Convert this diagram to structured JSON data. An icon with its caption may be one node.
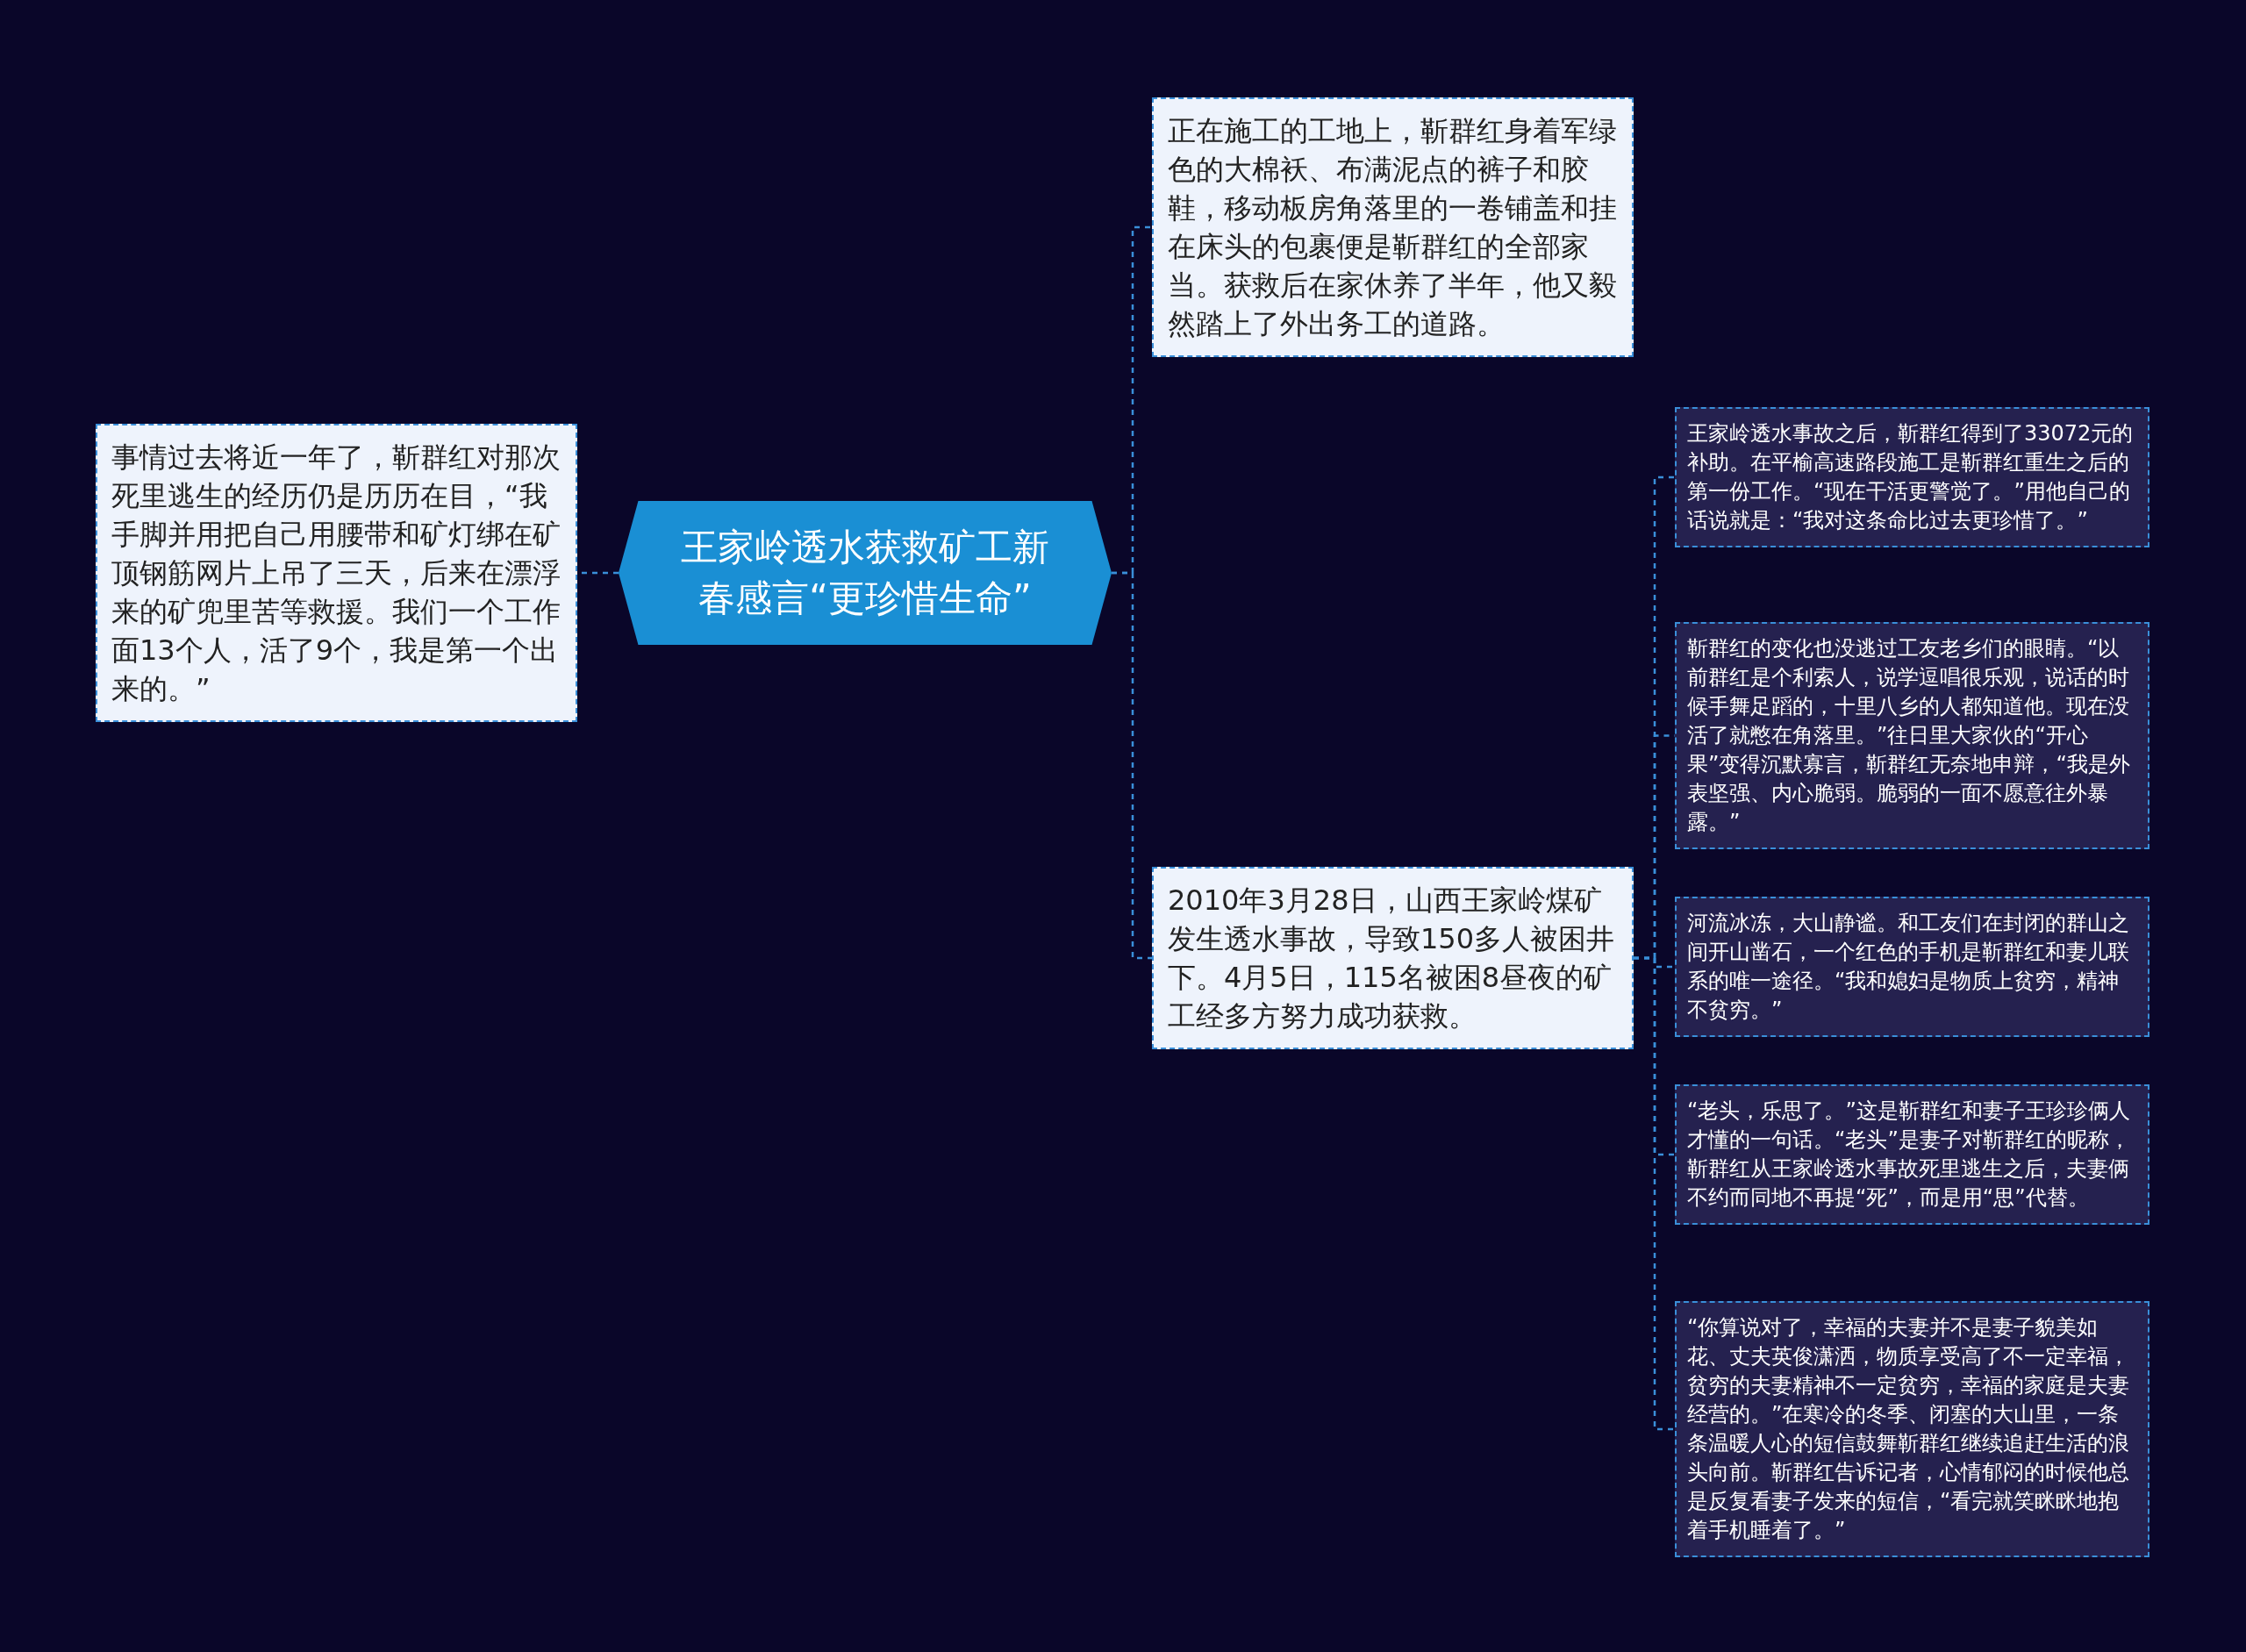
{
  "diagram": {
    "nodes": [
      {
        "text": [
          "王家岭透水获救矿工新春感言“更珍惜生命”"
        ]
      },
      {
        "text": [
          "事情过去将近一年了，靳群红对那次死里逃生的经历仍是历历在目，“我手脚并用把自己用腰带和矿灯绑在矿顶钢筋网片上吊了三天，后来在漂浮来的矿兜里苦等救援。我们一个工作面13个人，活了9个，我是第一个出来的。”"
        ]
      },
      {
        "text": [
          "正在施工的工地上，靳群红身着军绿色的大棉袄、布满泥点的裤子和胶鞋，移动板房角落里的一卷铺盖和挂在床头的包裹便是靳群红的全部家当。获救后在家休养了半年，他又毅然踏上了外出务工的道路。"
        ]
      },
      {
        "text": [
          "2010年3月28日，山西王家岭煤矿发生透水事故，导致150多人被困井下。4月5日，115名被困8昼夜的矿工经多方努力成功获救。"
        ]
      },
      {
        "text": [
          "王家岭透水事故之后，靳群红得到了33072元的补助。在平榆高速路段施工是靳群红重生之后的第一份工作。“现在干活更警觉了。”用他自己的话说就是：“我对这条命比过去更珍惜了。”"
        ]
      },
      {
        "text": [
          "靳群红的变化也没逃过工友老乡们的眼睛。“以前群红是个利索人，说学逗唱很乐观，说话的时候手舞足蹈的，十里八乡的人都知道他。现在没活了就憋在角落里。”往日里大家伙的“开心果”变得沉默寡言，靳群红无奈地申辩，“我是外表坚强、内心脆弱。脆弱的一面不愿意往外暴露。”"
        ]
      },
      {
        "text": [
          "河流冰冻，大山静谧。和工友们在封闭的群山之间开山凿石，一个红色的手机是靳群红和妻儿联系的唯一途径。“我和媳妇是物质上贫穷，精神不贫穷。”"
        ]
      },
      {
        "text": [
          "“老头，乐思了。”这是靳群红和妻子王珍珍俩人才懂的一句话。“老头”是妻子对靳群红的昵称，靳群红从王家岭透水事故死里逃生之后，夫妻俩不约而同地不再提“死”，而是用“思”代替。"
        ]
      },
      {
        "text": [
          "“你算说对了，幸福的夫妻并不是妻子貌美如花、丈夫英俊潇洒，物质享受高了不一定幸福，贫穷的夫妻精神不一定贫穷，幸福的家庭是夫妻经营的。”在寒冷的冬季、闭塞的大山里，一条条温暖人心的短信鼓舞靳群红继续追赶生活的浪头向前。靳群红告诉记者，心情郁闷的时候他总是反复看妻子发来的短信，“看完就笑眯眯地抱着手机睡着了。”"
        ]
      }
    ],
    "edges": [
      {
        "from": 0,
        "to": 1,
        "arrow": "none",
        "style": "dashed"
      },
      {
        "from": 0,
        "to": 2,
        "arrow": "none",
        "style": "dashed"
      },
      {
        "from": 0,
        "to": 3,
        "arrow": "none",
        "style": "dashed"
      },
      {
        "from": 3,
        "to": 4,
        "arrow": "none",
        "style": "dashed"
      },
      {
        "from": 3,
        "to": 5,
        "arrow": "none",
        "style": "dashed"
      },
      {
        "from": 3,
        "to": 6,
        "arrow": "none",
        "style": "dashed"
      },
      {
        "from": 3,
        "to": 7,
        "arrow": "none",
        "style": "dashed"
      },
      {
        "from": 3,
        "to": 8,
        "arrow": "none",
        "style": "dashed"
      }
    ]
  }
}
